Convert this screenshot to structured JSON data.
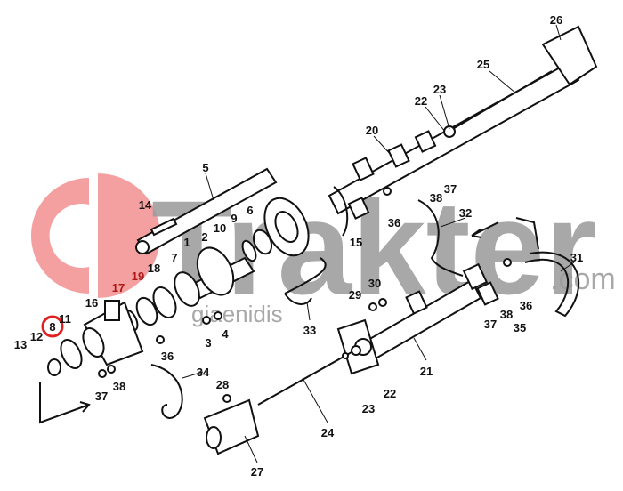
{
  "diagram": {
    "type": "exploded-parts-diagram",
    "highlighted_part": "8",
    "highlight_color": "#e02020",
    "labels": [
      "26",
      "25",
      "23",
      "22",
      "20",
      "37",
      "38",
      "36",
      "32",
      "15",
      "31",
      "36",
      "38",
      "37",
      "35",
      "29",
      "30",
      "21",
      "22",
      "23",
      "24",
      "27",
      "28",
      "33",
      "34",
      "36",
      "37",
      "38",
      "3",
      "4",
      "13",
      "12",
      "8",
      "11",
      "16",
      "17",
      "19",
      "18",
      "7",
      "1",
      "2",
      "10",
      "9",
      "6",
      "14",
      "5"
    ]
  },
  "watermark": {
    "brand": "Trakter",
    "suffix": ".com",
    "subtitle": "giaenidis",
    "logo_color": "#f4a0a0",
    "text_color": "#9a9a9a"
  }
}
